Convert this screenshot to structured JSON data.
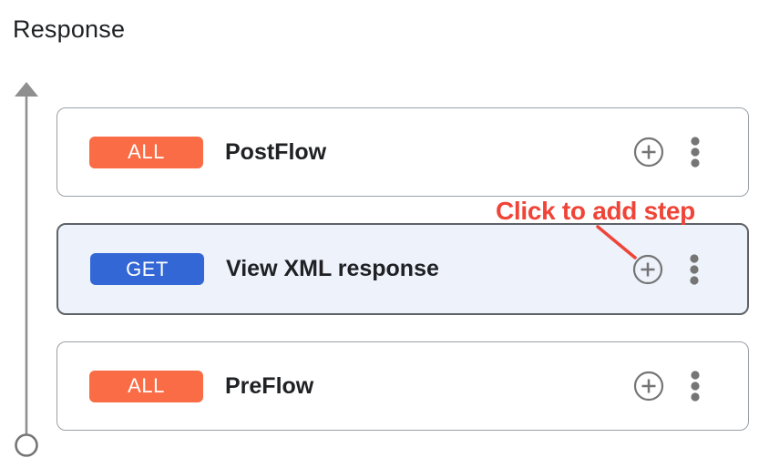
{
  "page": {
    "title": "Response"
  },
  "colors": {
    "badge-all": "#FA6C46",
    "badge-get": "#3367D6",
    "card-border": "#9AA0A6",
    "card-highlight-bg": "#EDF2FB",
    "card-highlight-border": "#5F6368",
    "icon-gray": "#757575",
    "rail-gray": "#8F8F8F",
    "annotation-red": "#EF4437",
    "text-dark": "#202124"
  },
  "cards": [
    {
      "method": "ALL",
      "label": "PostFlow"
    },
    {
      "method": "GET",
      "label": "View XML response"
    },
    {
      "method": "ALL",
      "label": "PreFlow"
    }
  ],
  "annotation": {
    "text": "Click to add step"
  },
  "icons": {
    "add_step": "plus-circle-icon",
    "more_options": "kebab-menu-icon",
    "flow_direction": "up-arrow-icon",
    "flow_terminal": "circle-endpoint-icon"
  }
}
